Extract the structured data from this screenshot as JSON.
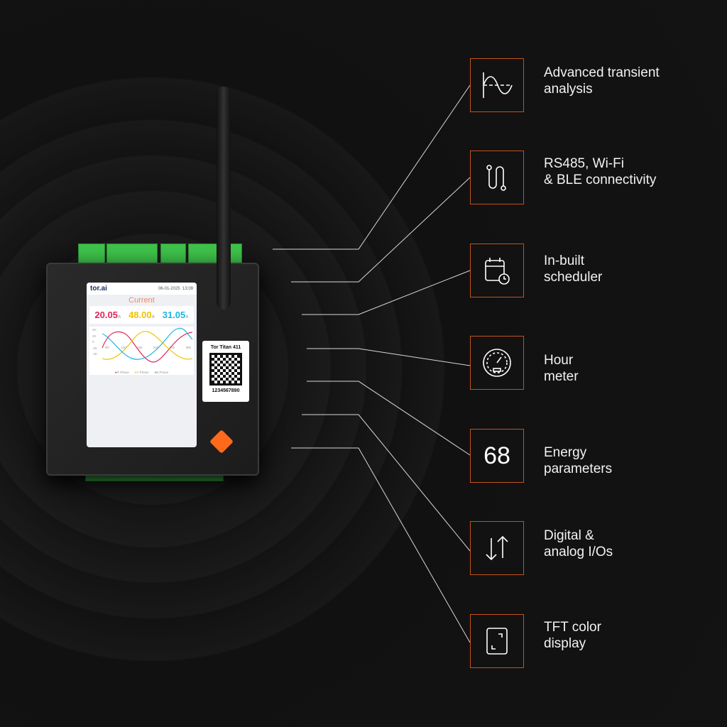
{
  "features": [
    {
      "icon": "waveform-icon",
      "label": [
        "Advanced transient",
        "analysis"
      ]
    },
    {
      "icon": "connectivity-path-icon",
      "label": [
        "RS485, Wi-Fi",
        "& BLE connectivity"
      ]
    },
    {
      "icon": "calendar-clock-icon",
      "label": [
        "In-built",
        "scheduler"
      ]
    },
    {
      "icon": "gauge-icon",
      "label": [
        "Hour",
        "meter"
      ]
    },
    {
      "icon": "number-68",
      "value": "68",
      "label": [
        "Energy",
        "parameters"
      ]
    },
    {
      "icon": "arrows-up-down-icon",
      "label": [
        "Digital &",
        "analog I/Os"
      ]
    },
    {
      "icon": "display-frame-icon",
      "label": [
        "TFT color",
        "display"
      ]
    }
  ],
  "device": {
    "screen": {
      "brand": "tor.ai",
      "date": "06-01-2025",
      "time": "13:09",
      "title": "Current",
      "readings": [
        {
          "value": "20.05",
          "unit": "A",
          "color": "#e0265a"
        },
        {
          "value": "48.00",
          "unit": "A",
          "color": "#f2c200"
        },
        {
          "value": "31.05",
          "unit": "A",
          "color": "#1fb6e0"
        }
      ],
      "y_ticks": [
        "40",
        "20",
        "0",
        "-20",
        "-40"
      ],
      "x_ticks": [
        "60°",
        "120",
        "180",
        "240",
        "300",
        "360"
      ],
      "legend": [
        "R Phase",
        "Y Phase",
        "B Phase"
      ]
    },
    "tag": {
      "model": "Tor Titan 411",
      "serial": "1234567890"
    }
  },
  "colors": {
    "accent": "#c4521c"
  }
}
